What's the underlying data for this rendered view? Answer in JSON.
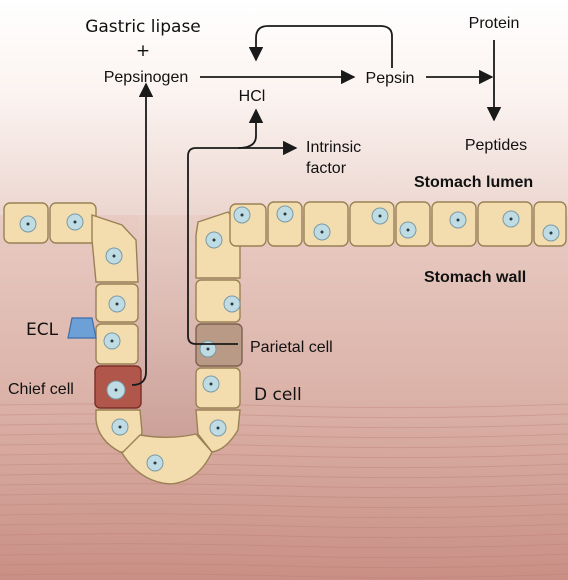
{
  "colors": {
    "cell_fill": "#f3dcae",
    "chief_cell_fill": "#b0564a",
    "parietal_cell_fill": "#b89a86",
    "ecl_marker": "#6ea0d8",
    "nucleus": "#bfdce4",
    "tissue": "#d6a9a0",
    "lumen_gradient_top": "#ffffff",
    "lumen_gradient_bottom": "#ead3cb"
  },
  "labels": {
    "gastric_lipase": "Gastric lipase",
    "plus": "+",
    "pepsinogen": "Pepsinogen",
    "hcl": "HCl",
    "pepsin": "Pepsin",
    "protein": "Protein",
    "peptides": "Peptides",
    "intrinsic": "Intrinsic",
    "factor": "factor",
    "stomach_lumen": "Stomach lumen",
    "stomach_wall": "Stomach wall",
    "ecl": "ECL",
    "chief_cell": "Chief cell",
    "parietal_cell": "Parietal cell",
    "d_cell": "D cell"
  }
}
